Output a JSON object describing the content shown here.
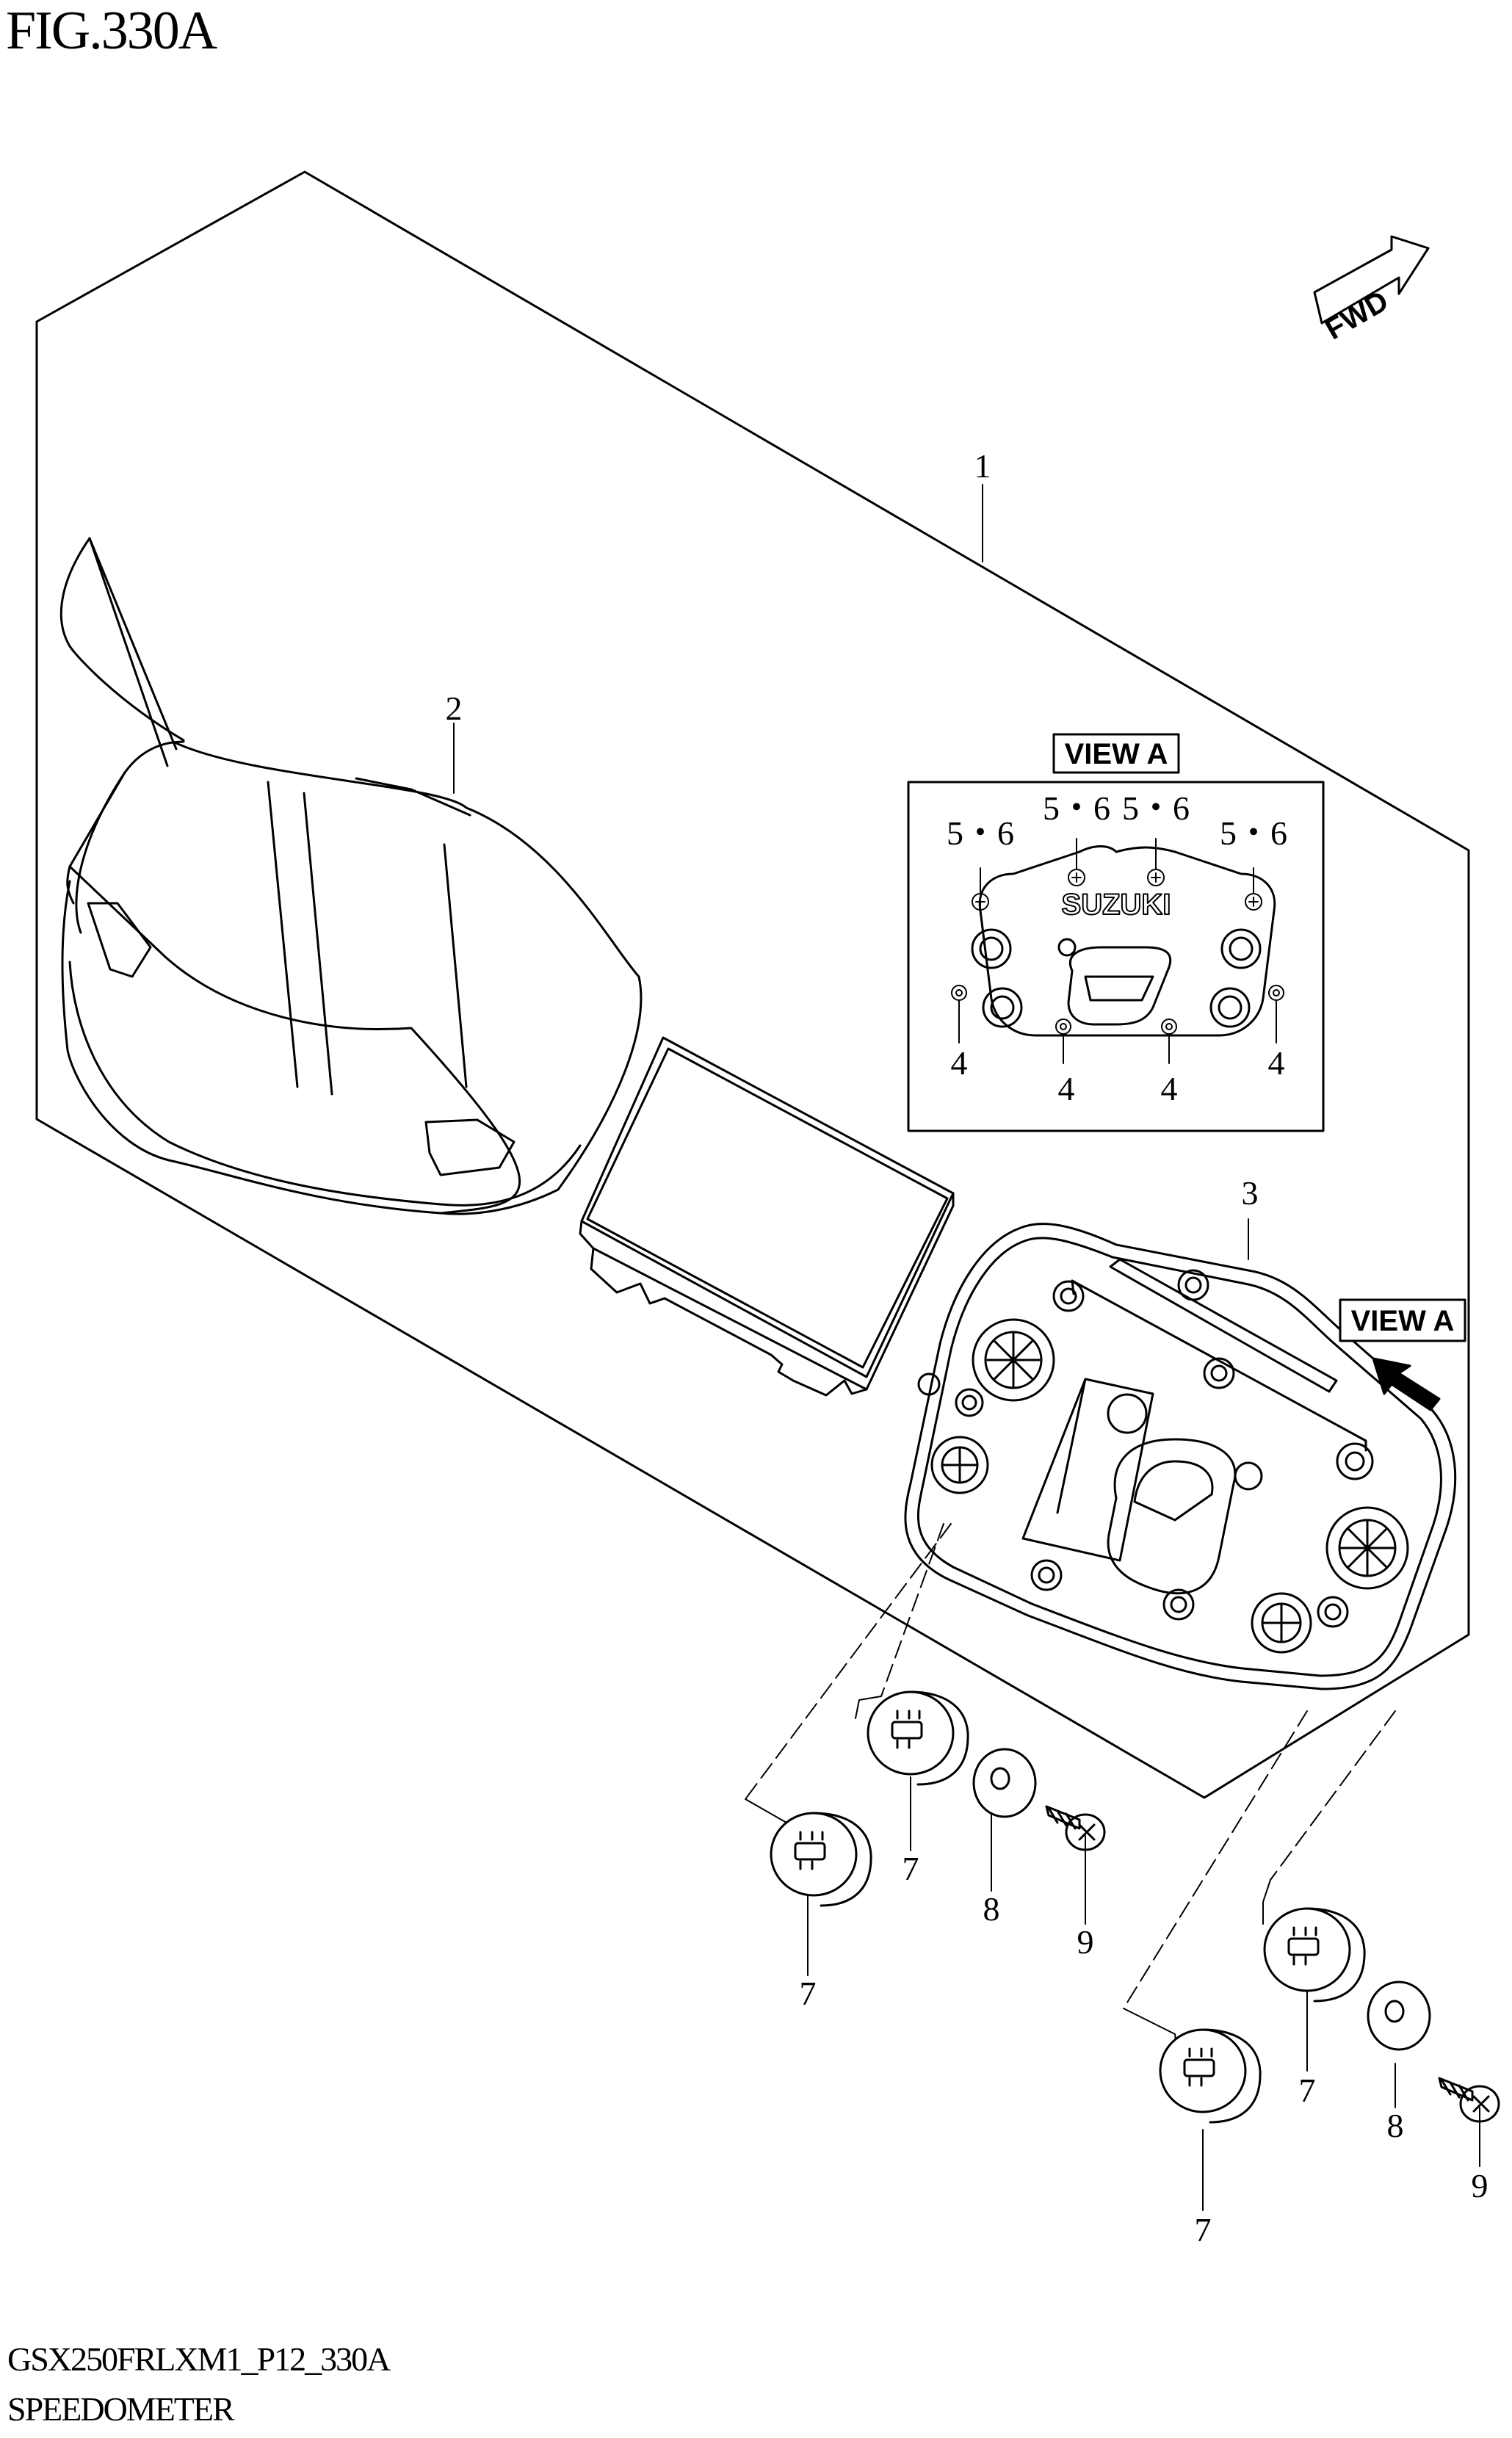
{
  "figure": {
    "title": "FIG.330A"
  },
  "footer": {
    "code": "GSX250FRLXM1_P12_330A",
    "name": "SPEEDOMETER"
  },
  "fwd_badge": {
    "text": "FWD"
  },
  "view_a": {
    "title": "VIEW A",
    "logo_text": "SUZUKI"
  },
  "view_a_pointer": {
    "text": "VIEW A"
  },
  "callouts": {
    "c1": "1",
    "c2": "2",
    "c3": "3",
    "v56_1": "5・6",
    "v56_2": "5・6",
    "v56_3": "5・6",
    "v56_4": "5・6",
    "v4_1": "4",
    "v4_2": "4",
    "v4_3": "4",
    "v4_4": "4",
    "c7a": "7",
    "c7b": "7",
    "c7c": "7",
    "c7d": "7",
    "c8a": "8",
    "c8b": "8",
    "c9a": "9",
    "c9b": "9"
  }
}
